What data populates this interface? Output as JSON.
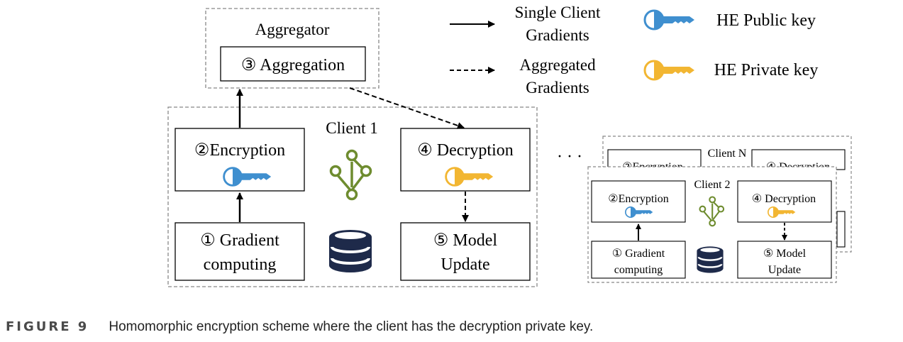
{
  "colors": {
    "public_key": "#3f8fcf",
    "private_key": "#f2b632",
    "branch_icon": "#6e8c2f",
    "database_icon": "#1e2a4a"
  },
  "aggregator": {
    "title": "Aggregator",
    "step": "③  Aggregation"
  },
  "legend": {
    "single_line1": "Single Client",
    "single_line2": "Gradients",
    "agg_line1": "Aggregated",
    "agg_line2": "Gradients",
    "public_key": "HE Public key",
    "private_key": "HE Private key"
  },
  "client1": {
    "title": "Client 1",
    "encryption": "②Encryption",
    "decryption": "④ Decryption",
    "gradient_line1": "① Gradient",
    "gradient_line2": "computing",
    "update_line1": "⑤  Model",
    "update_line2": "Update"
  },
  "ellipsis": "· · ·",
  "clientN": {
    "title": "Client N",
    "encryption": "②Encryption",
    "decryption": "④ Decryption"
  },
  "client2": {
    "title": "Client 2",
    "encryption": "②Encryption",
    "decryption": "④ Decryption",
    "gradient_line1": "① Gradient",
    "gradient_line2": "computing",
    "update_line1": "⑤  Model",
    "update_line2": "Update"
  },
  "caption": {
    "label": "FIGURE 9",
    "text": "Homomorphic encryption scheme where the client has the decryption private key."
  }
}
